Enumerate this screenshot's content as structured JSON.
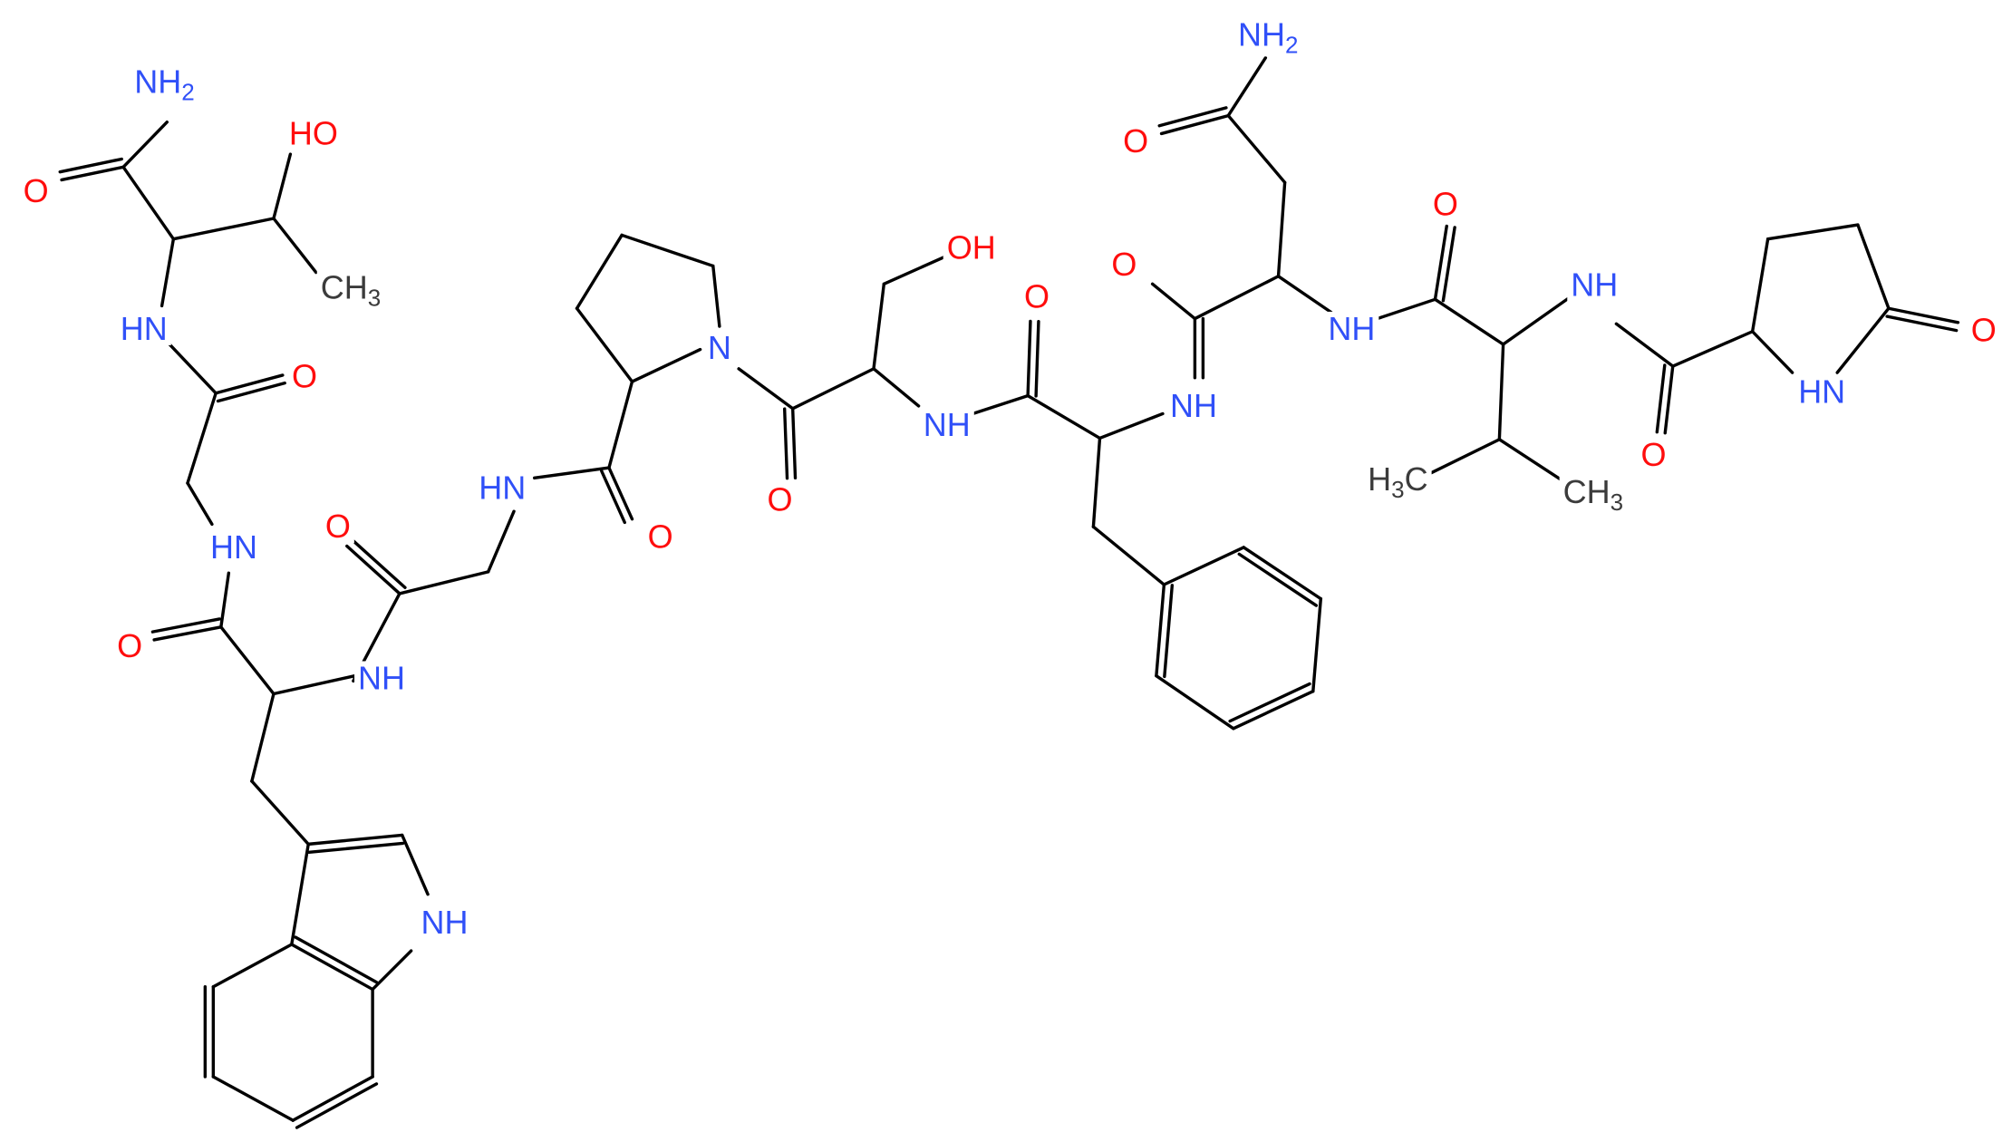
{
  "colors": {
    "background": "#ffffff",
    "bond": "#000000",
    "carbon": "#3b3b3b",
    "nitrogen": "#3050F8",
    "oxygen": "#FF0D0D"
  },
  "atom_labels": [
    {
      "id": "nh2_thr",
      "parts": [
        [
          "NH",
          ""
        ],
        [
          "2",
          "sub"
        ]
      ],
      "element": "N"
    },
    {
      "id": "oh_thr",
      "parts": [
        [
          "HO",
          ""
        ]
      ],
      "element": "O"
    },
    {
      "id": "o_thr_amide",
      "parts": [
        [
          "O",
          ""
        ]
      ],
      "element": "O"
    },
    {
      "id": "ch3_thr",
      "parts": [
        [
          "CH",
          ""
        ],
        [
          "3",
          "sub"
        ]
      ],
      "element": "C"
    },
    {
      "id": "nh_thr",
      "parts": [
        [
          "HN",
          ""
        ]
      ],
      "element": "N"
    },
    {
      "id": "o_gly1",
      "parts": [
        [
          "O",
          ""
        ]
      ],
      "element": "O"
    },
    {
      "id": "nh_gly1",
      "parts": [
        [
          "HN",
          ""
        ]
      ],
      "element": "N"
    },
    {
      "id": "o_trp",
      "parts": [
        [
          "O",
          ""
        ]
      ],
      "element": "O"
    },
    {
      "id": "nh_trp",
      "parts": [
        [
          "NH",
          ""
        ]
      ],
      "element": "N"
    },
    {
      "id": "nh_indole",
      "parts": [
        [
          "NH",
          ""
        ]
      ],
      "element": "N"
    },
    {
      "id": "o_gly2",
      "parts": [
        [
          "O",
          ""
        ]
      ],
      "element": "O"
    },
    {
      "id": "nh_gly2",
      "parts": [
        [
          "HN",
          ""
        ]
      ],
      "element": "N"
    },
    {
      "id": "o_pro",
      "parts": [
        [
          "O",
          ""
        ]
      ],
      "element": "O"
    },
    {
      "id": "n_pro",
      "parts": [
        [
          "N",
          ""
        ]
      ],
      "element": "N"
    },
    {
      "id": "o_ser_c",
      "parts": [
        [
          "O",
          ""
        ]
      ],
      "element": "O"
    },
    {
      "id": "oh_ser",
      "parts": [
        [
          "OH",
          ""
        ]
      ],
      "element": "O"
    },
    {
      "id": "nh_ser",
      "parts": [
        [
          "NH",
          ""
        ]
      ],
      "element": "N"
    },
    {
      "id": "o_phe",
      "parts": [
        [
          "O",
          ""
        ]
      ],
      "element": "O"
    },
    {
      "id": "nh_phe",
      "parts": [
        [
          "NH",
          ""
        ]
      ],
      "element": "N"
    },
    {
      "id": "o_asn",
      "parts": [
        [
          "O",
          ""
        ]
      ],
      "element": "O"
    },
    {
      "id": "nh2_asn",
      "parts": [
        [
          "NH",
          ""
        ],
        [
          "2",
          "sub"
        ]
      ],
      "element": "N"
    },
    {
      "id": "o_asn_side",
      "parts": [
        [
          "O",
          ""
        ]
      ],
      "element": "O"
    },
    {
      "id": "nh_asn",
      "parts": [
        [
          "NH",
          ""
        ]
      ],
      "element": "N"
    },
    {
      "id": "o_val",
      "parts": [
        [
          "O",
          ""
        ]
      ],
      "element": "O"
    },
    {
      "id": "nh_val",
      "parts": [
        [
          "NH",
          ""
        ]
      ],
      "element": "N"
    },
    {
      "id": "h3c_val",
      "parts": [
        [
          "H",
          ""
        ],
        [
          "3",
          "sub"
        ],
        [
          "C",
          ""
        ]
      ],
      "element": "C"
    },
    {
      "id": "ch3_val",
      "parts": [
        [
          "CH",
          ""
        ],
        [
          "3",
          "sub"
        ]
      ],
      "element": "C"
    },
    {
      "id": "o_pyr_amide",
      "parts": [
        [
          "O",
          ""
        ]
      ],
      "element": "O"
    },
    {
      "id": "nh_pyr",
      "parts": [
        [
          "HN",
          ""
        ]
      ],
      "element": "N"
    },
    {
      "id": "o_pyr_ring",
      "parts": [
        [
          "O",
          ""
        ]
      ],
      "element": "O"
    }
  ]
}
